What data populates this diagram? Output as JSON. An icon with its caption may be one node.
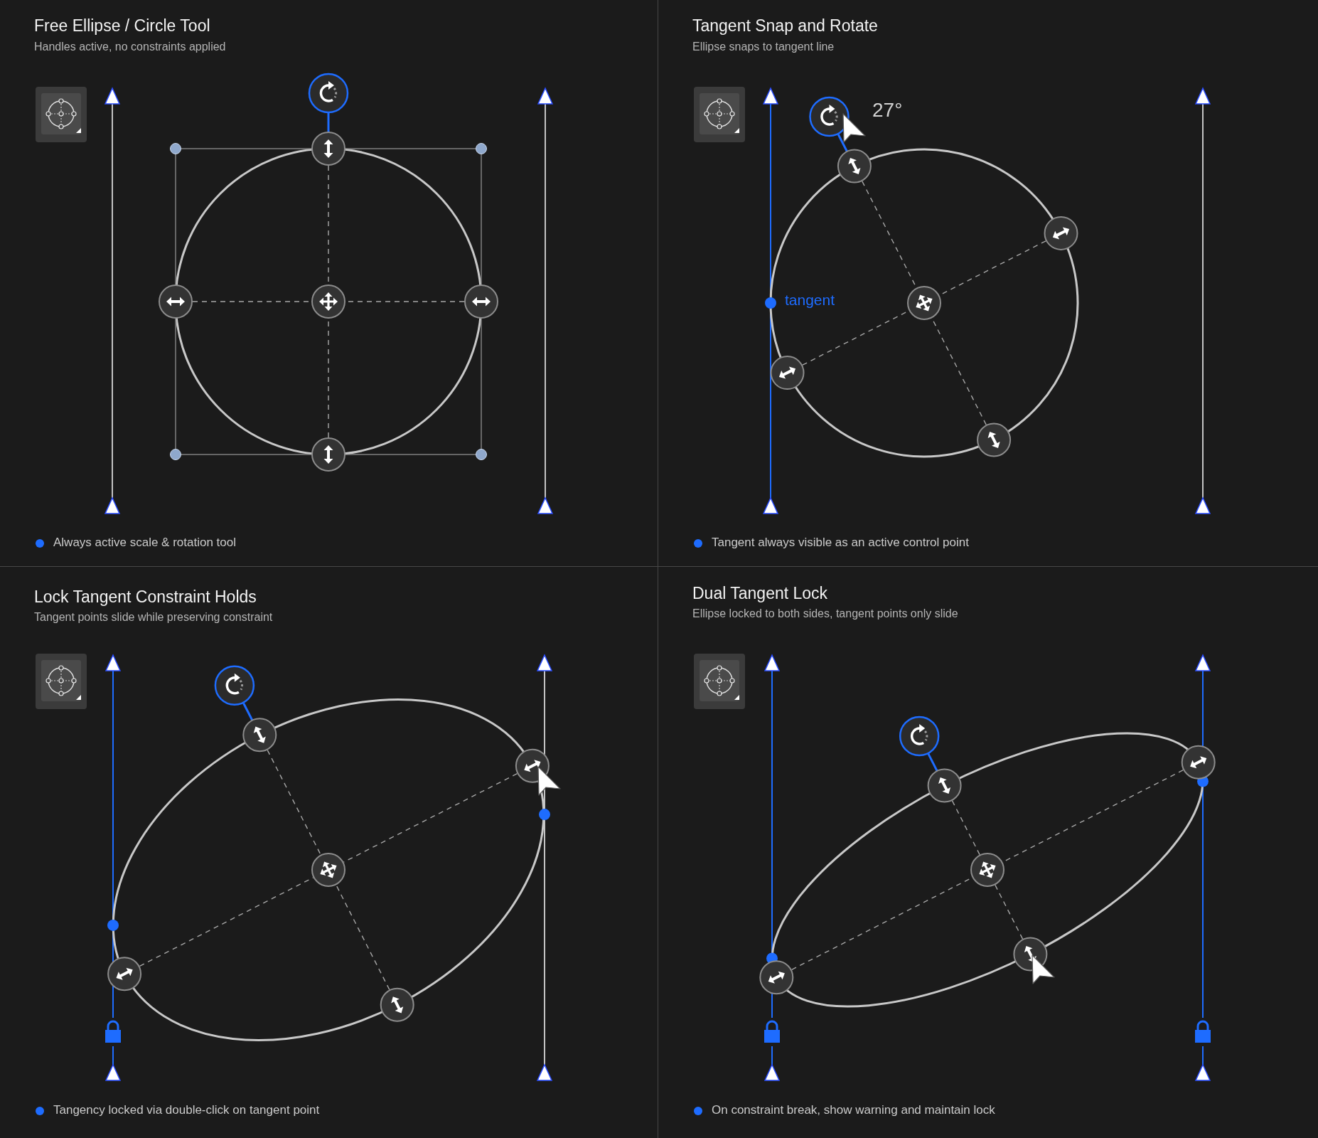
{
  "diagram": {
    "nodes": [
      {
        "text": [
          "Free Ellipse / Circle Tool",
          "Handles active, no constraints applied",
          "Always active scale & rotation tool"
        ]
      },
      {
        "text": [
          "Tangent Snap and Rotate",
          "Ellipse snaps to tangent line",
          "Tangent always visible as an active control point"
        ]
      },
      {
        "text": [
          "Lock Tangent Constraint Holds",
          "Tangent points slide while preserving constraint",
          "Tangency locked via double-click on tangent point"
        ]
      },
      {
        "text": [
          "Dual Tangent Lock",
          "Ellipse locked to both sides, tangent points only slide",
          "On constraint break, show warning and maintain lock"
        ]
      }
    ],
    "labels": [
      "27°",
      "tangent"
    ]
  }
}
